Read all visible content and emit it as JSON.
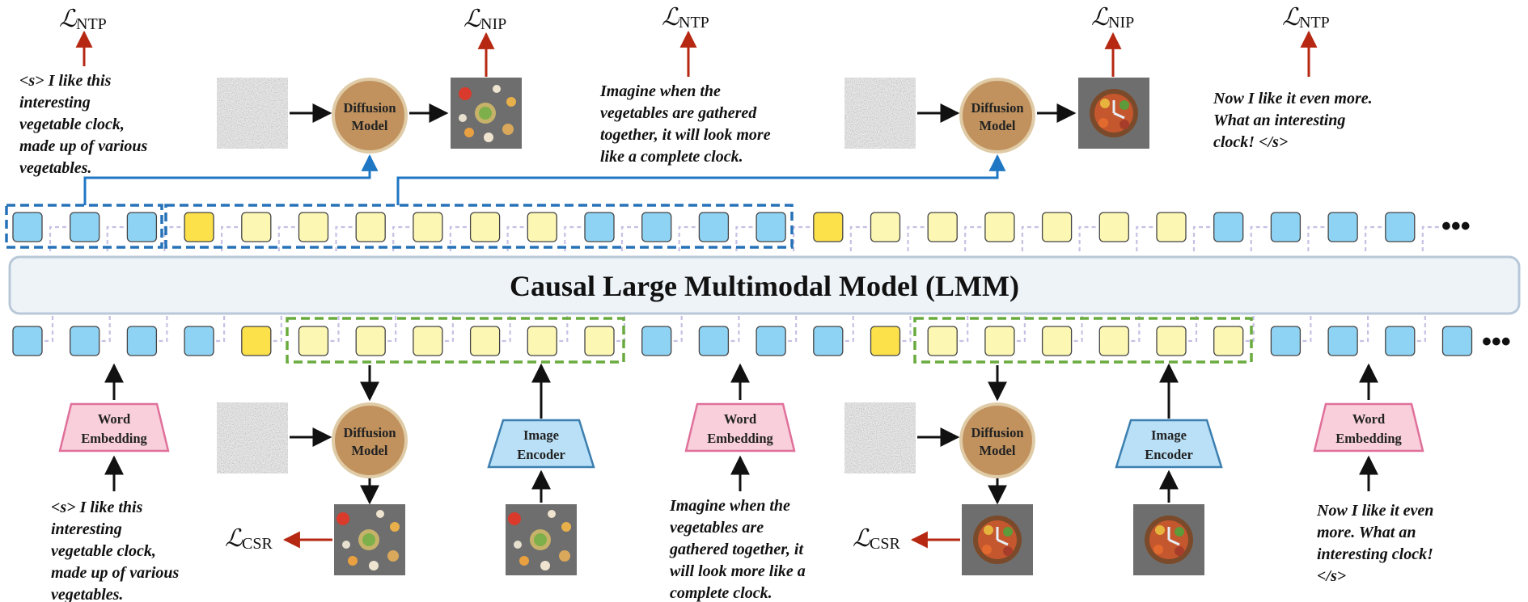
{
  "colors": {
    "text_token": "#8fd3f4",
    "image_token": "#fdf7b4",
    "boi_token": "#fce14b",
    "text_group_outline": "#2672b8",
    "image_group_outline": "#6aab3f",
    "ar_arrow": "#c7c0e4",
    "loss_arrow": "#b62812",
    "condition_arrow": "#1f77c4",
    "diffusion_fill": "#c1925e",
    "word_embedding_fill": "#f8cfdb",
    "image_encoder_fill": "#b9e0f7",
    "lmm_fill": "#eef3f8"
  },
  "lmm_label": "Causal Large Multimodal Model (LMM)",
  "ellipsis": "•••",
  "losses": {
    "ntp_main": "ℒ",
    "ntp_sub": "NTP",
    "nip_main": "ℒ",
    "nip_sub": "NIP",
    "csr_main": "ℒ",
    "csr_sub": "CSR"
  },
  "top_text_1": [
    "<s> I like this",
    "interesting",
    "vegetable clock,",
    "made up of various",
    "vegetables."
  ],
  "top_text_2": [
    "Imagine when the",
    "vegetables are gathered",
    "together, it will look more",
    "like a complete clock."
  ],
  "top_text_3": [
    "Now I like it even more.",
    "What an interesting",
    "clock! </s>"
  ],
  "bottom_text_1": [
    "<s> I like this",
    "interesting",
    "vegetable clock,",
    "made up of various",
    "vegetables."
  ],
  "bottom_text_2": [
    "Imagine when the",
    "vegetables are",
    "gathered together, it",
    "will look more like a",
    "complete clock."
  ],
  "bottom_text_3": [
    "Now I like it even",
    "more. What an",
    "interesting clock!",
    "</s>"
  ],
  "diffusion_label": [
    "Diffusion",
    "Model"
  ],
  "word_embedding_label": [
    "Word",
    "Embedding"
  ],
  "image_encoder_label": [
    "Image",
    "Encoder"
  ],
  "top_sequence": [
    "t",
    "t",
    "t",
    "b",
    "i",
    "i",
    "i",
    "i",
    "i",
    "i",
    "t",
    "t",
    "t",
    "t",
    "b",
    "i",
    "i",
    "i",
    "i",
    "i",
    "i",
    "t",
    "t",
    "t",
    "t"
  ],
  "bottom_sequence": [
    "t",
    "t",
    "t",
    "t",
    "b",
    "i",
    "i",
    "i",
    "i",
    "i",
    "i",
    "t",
    "t",
    "t",
    "t",
    "b",
    "i",
    "i",
    "i",
    "i",
    "i",
    "i",
    "t",
    "t",
    "t",
    "t"
  ]
}
